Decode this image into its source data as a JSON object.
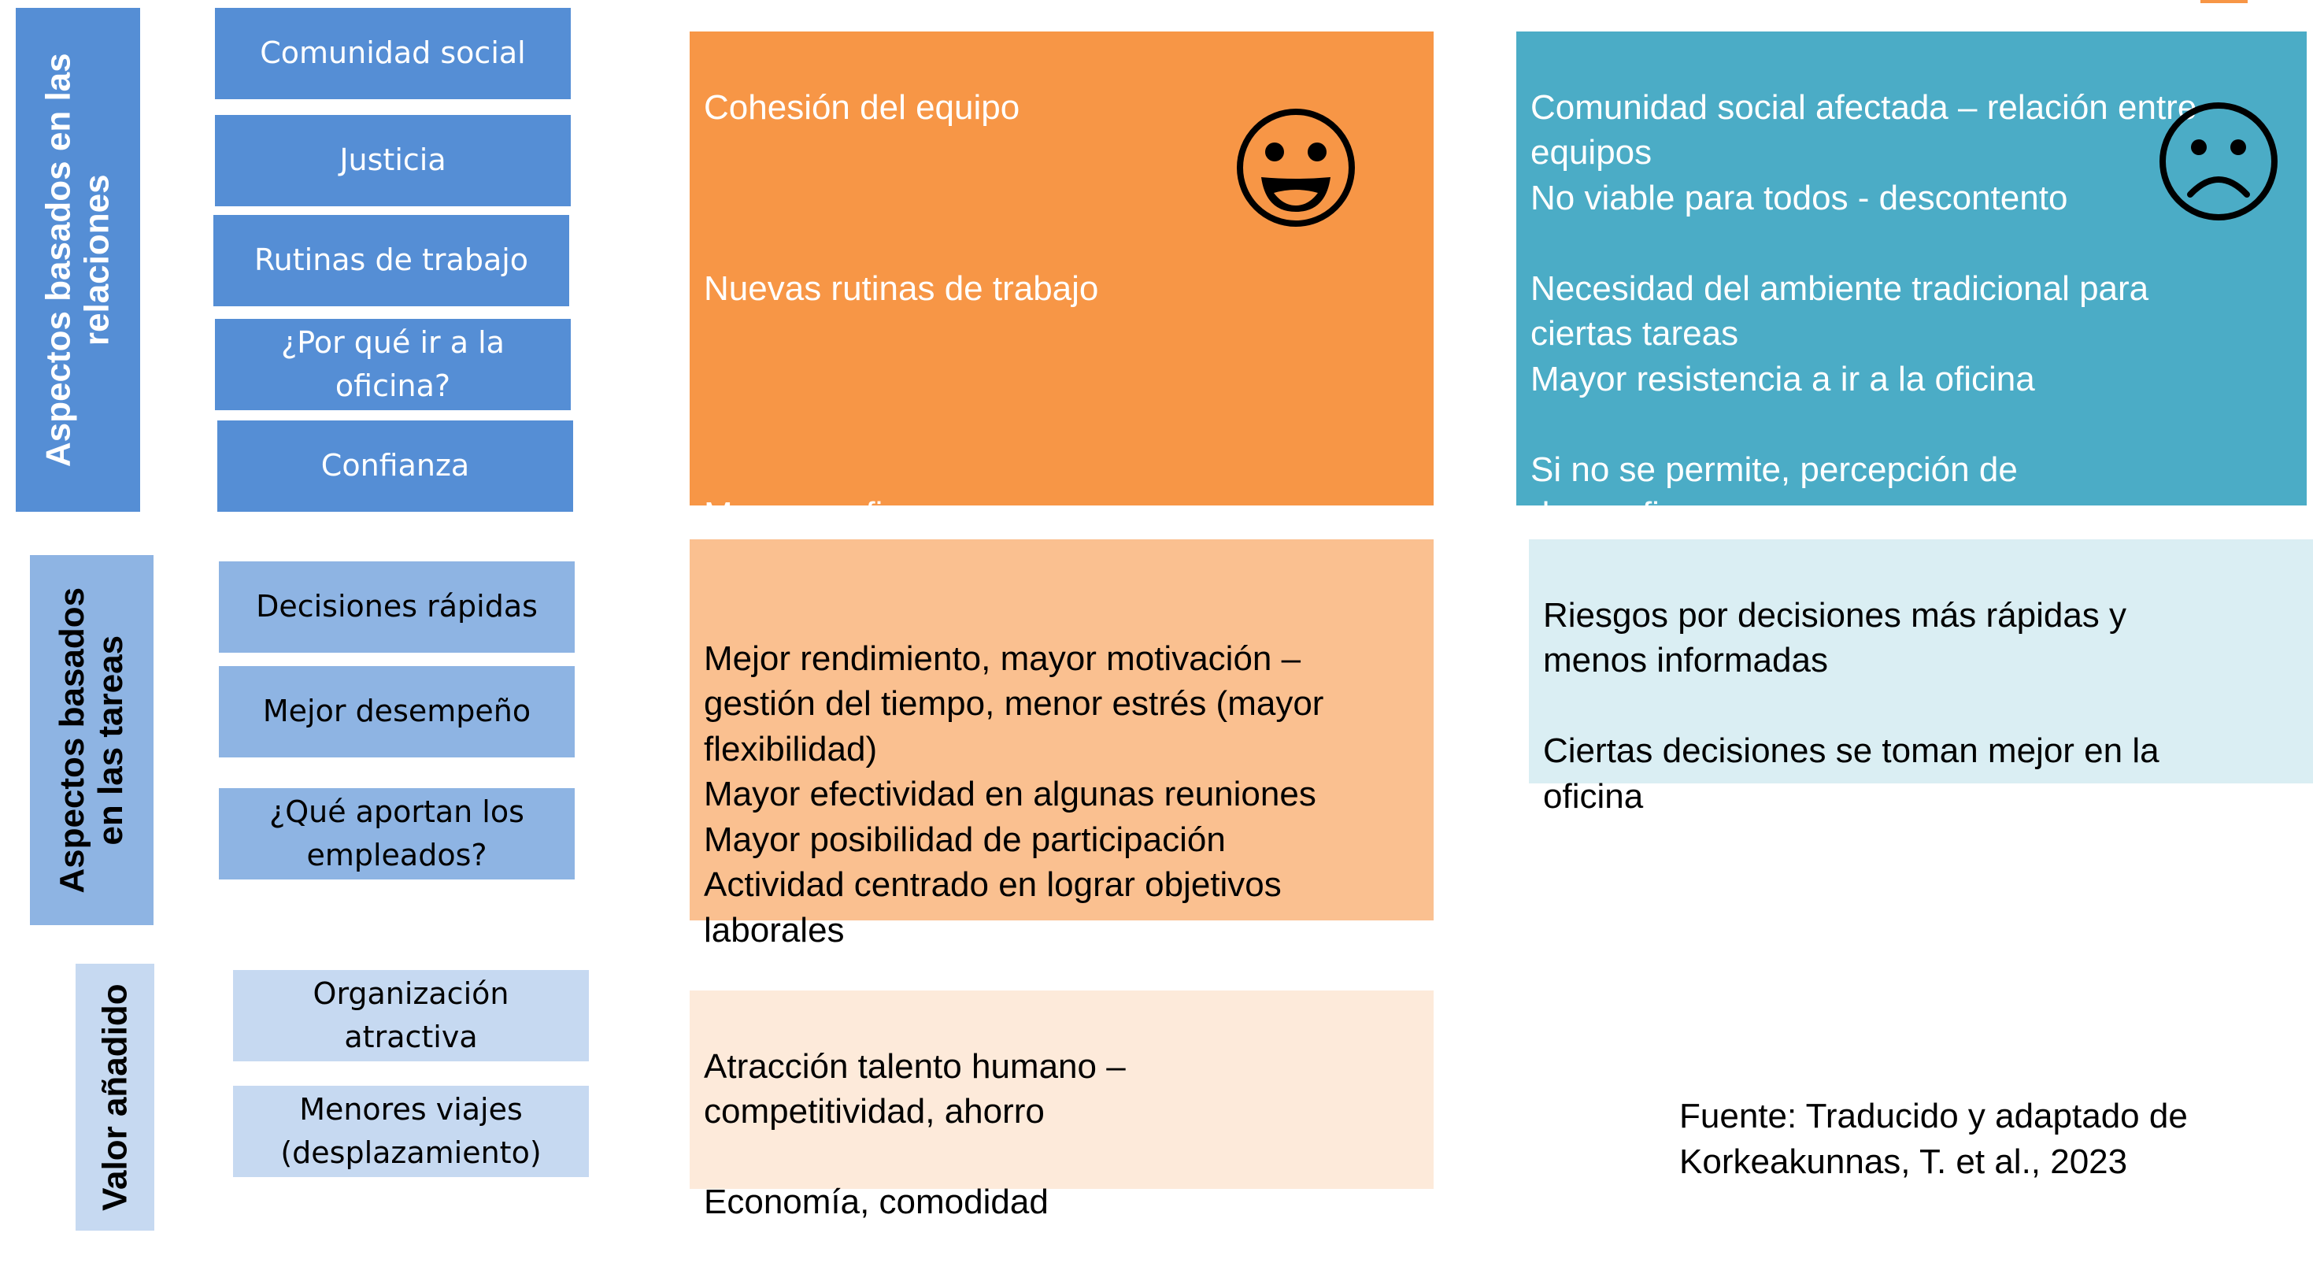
{
  "colors": {
    "relations_blue": "#558ED5",
    "relations_label_blue": "#558ED5",
    "tasks_blue": "#8EB4E3",
    "value_blue": "#C6D9F1",
    "orange_strong": "#F79646",
    "orange_medium": "#FAC090",
    "orange_light": "#FDEADA",
    "teal_strong": "#4BACC6",
    "teal_light": "#DAEEF3",
    "accent_orange": "#F79646"
  },
  "icons": {
    "happy": "smiling-face-icon",
    "sad": "frowning-face-icon"
  },
  "rows": [
    {
      "label": "Aspectos basados en las\nrelaciones",
      "categories": [
        "Comunidad social",
        "Justicia",
        "Rutinas de trabajo",
        "¿Por qué ir a la\noficina?",
        "Confianza"
      ],
      "positive": "Cohesión del equipo\n\n\n\nNuevas rutinas de trabajo\n\n\n\n\nMayor confianza",
      "negative": "Comunidad social afectada – relación entre\nequipos\nNo viable para todos - descontento\n\nNecesidad del ambiente tradicional para\nciertas tareas\nMayor resistencia a ir a la oficina\n\nSi no se permite, percepción de\ndesconfianza"
    },
    {
      "label": "Aspectos basados\nen las tareas",
      "categories": [
        "Decisiones rápidas",
        "Mejor desempeño",
        "¿Qué aportan los\nempleados?"
      ],
      "positive": "Mejor rendimiento, mayor motivación –\ngestión del tiempo, menor estrés (mayor\nflexibilidad)\nMayor efectividad en algunas reuniones\nMayor posibilidad de participación\nActividad centrado en lograr objetivos\nlaborales",
      "negative": "Riesgos por decisiones más rápidas y\nmenos informadas\n\nCiertas decisiones se toman mejor en la\noficina"
    },
    {
      "label": "Valor añadido",
      "categories": [
        "Organización\natractiva",
        "Menores viajes\n(desplazamiento)"
      ],
      "positive": "Atracción talento humano –\ncompetitividad, ahorro\n\nEconomía, comodidad"
    }
  ],
  "source": "Fuente: Traducido y adaptado de\nKorkeakunnas, T. et al., 2023"
}
